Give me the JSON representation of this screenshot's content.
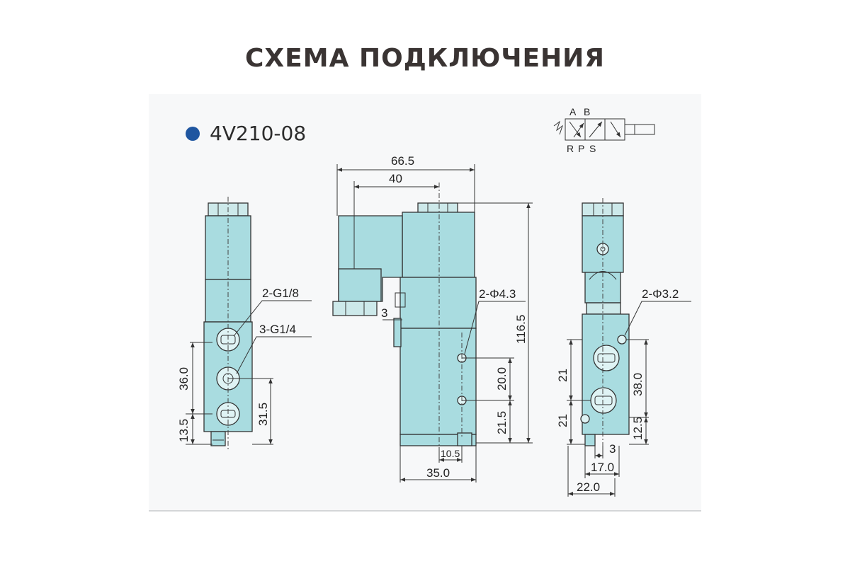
{
  "title": "СХЕМА ПОДКЛЮЧЕНИЯ",
  "model": "4V210-08",
  "colors": {
    "body": "#a9dce0",
    "dot": "#1f56a0",
    "title": "#3a3433"
  },
  "symbol": {
    "port_a": "A",
    "port_b": "B",
    "port_r": "R",
    "port_p": "P",
    "port_s": "S"
  },
  "left_view": {
    "thread_upper": "2-G1/8",
    "thread_lower": "3-G1/4",
    "dim_36": "36.0",
    "dim_13_5": "13.5",
    "dim_31_5": "31.5"
  },
  "middle_view": {
    "dim_66_5": "66.5",
    "dim_40": "40",
    "dim_3": "3",
    "hole": "2-Φ4.3",
    "dim_116_5": "116.5",
    "dim_20": "20.0",
    "dim_21_5": "21.5",
    "dim_10_5": "10.5",
    "dim_35": "35.0"
  },
  "right_view": {
    "hole": "2-Φ3.2",
    "dim_21_upper": "21",
    "dim_21_lower": "21",
    "dim_38": "38.0",
    "dim_12_5": "12.5",
    "dim_3": "3",
    "dim_17": "17.0",
    "dim_22": "22.0"
  }
}
